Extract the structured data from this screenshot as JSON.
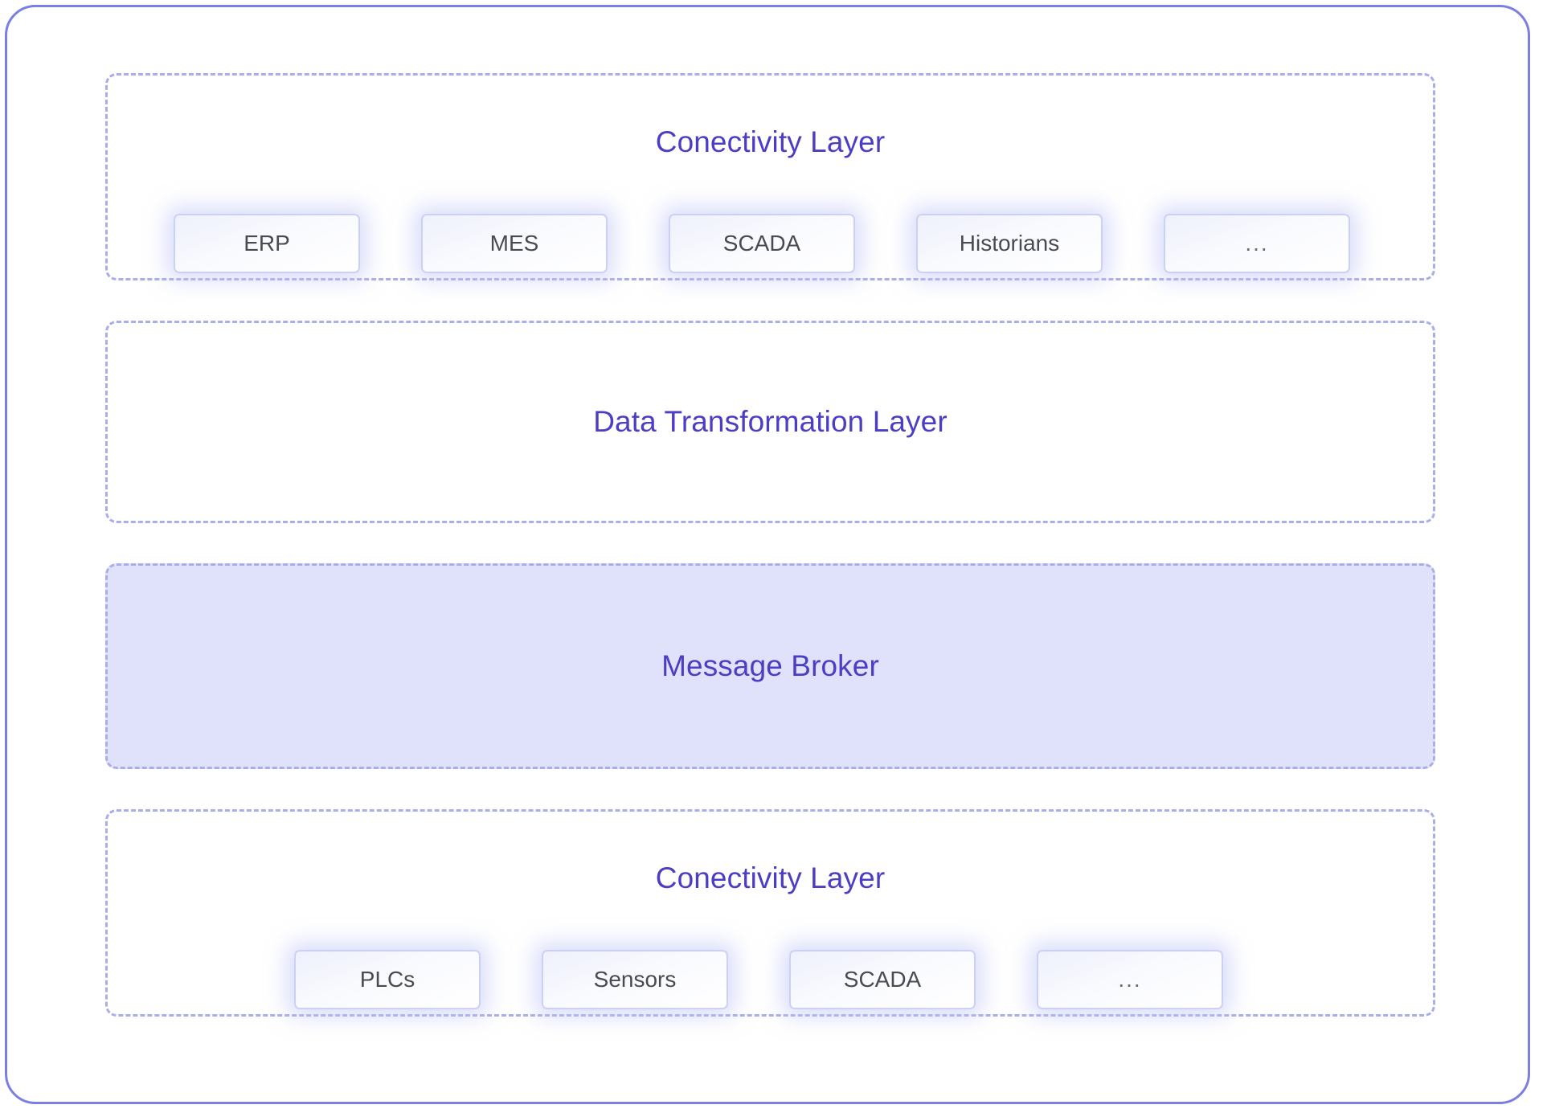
{
  "diagram": {
    "accent_border_color": "#7b7fe2",
    "dashed_border_color": "#a9aeea",
    "title_color": "#4b3ec4",
    "broker_fill_color": "#dfe2fa",
    "node_text_color": "#4a4a52",
    "layers": [
      {
        "id": "connectivity-top",
        "title": "Conectivity Layer",
        "nodes": [
          {
            "label": "ERP"
          },
          {
            "label": "MES"
          },
          {
            "label": "SCADA"
          },
          {
            "label": "Historians"
          },
          {
            "label": "..."
          }
        ]
      },
      {
        "id": "data-transformation",
        "title": "Data Transformation Layer",
        "nodes": []
      },
      {
        "id": "message-broker",
        "title": "Message Broker",
        "nodes": []
      },
      {
        "id": "connectivity-bottom",
        "title": "Conectivity Layer",
        "nodes": [
          {
            "label": "PLCs"
          },
          {
            "label": "Sensors"
          },
          {
            "label": "SCADA"
          },
          {
            "label": "..."
          }
        ]
      }
    ]
  }
}
